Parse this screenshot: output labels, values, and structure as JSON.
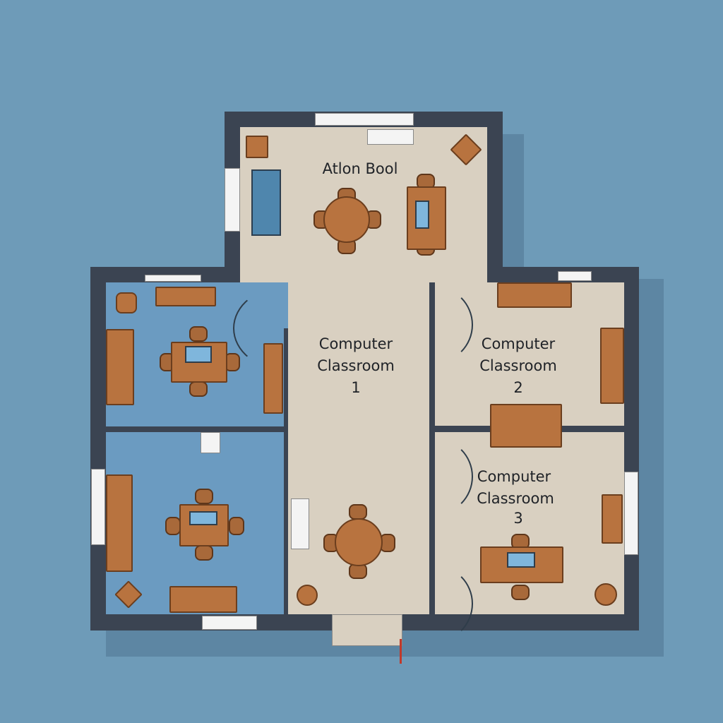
{
  "rooms": {
    "top": {
      "label": "Atlon Bool"
    },
    "classroom_1": {
      "line1": "Computer",
      "line2": "Classroom",
      "line3": "1"
    },
    "classroom_2": {
      "line1": "Computer",
      "line2": "Classroom",
      "line3": "2"
    },
    "classroom_3": {
      "line1": "Computer",
      "line2": "Classroom",
      "line3": "3"
    }
  },
  "colors": {
    "background": "#6e9bb8",
    "wall": "#3b4452",
    "floor_beige": "#d9d0c1",
    "floor_blue": "#6b9bc1",
    "furniture": "#b8733f"
  }
}
